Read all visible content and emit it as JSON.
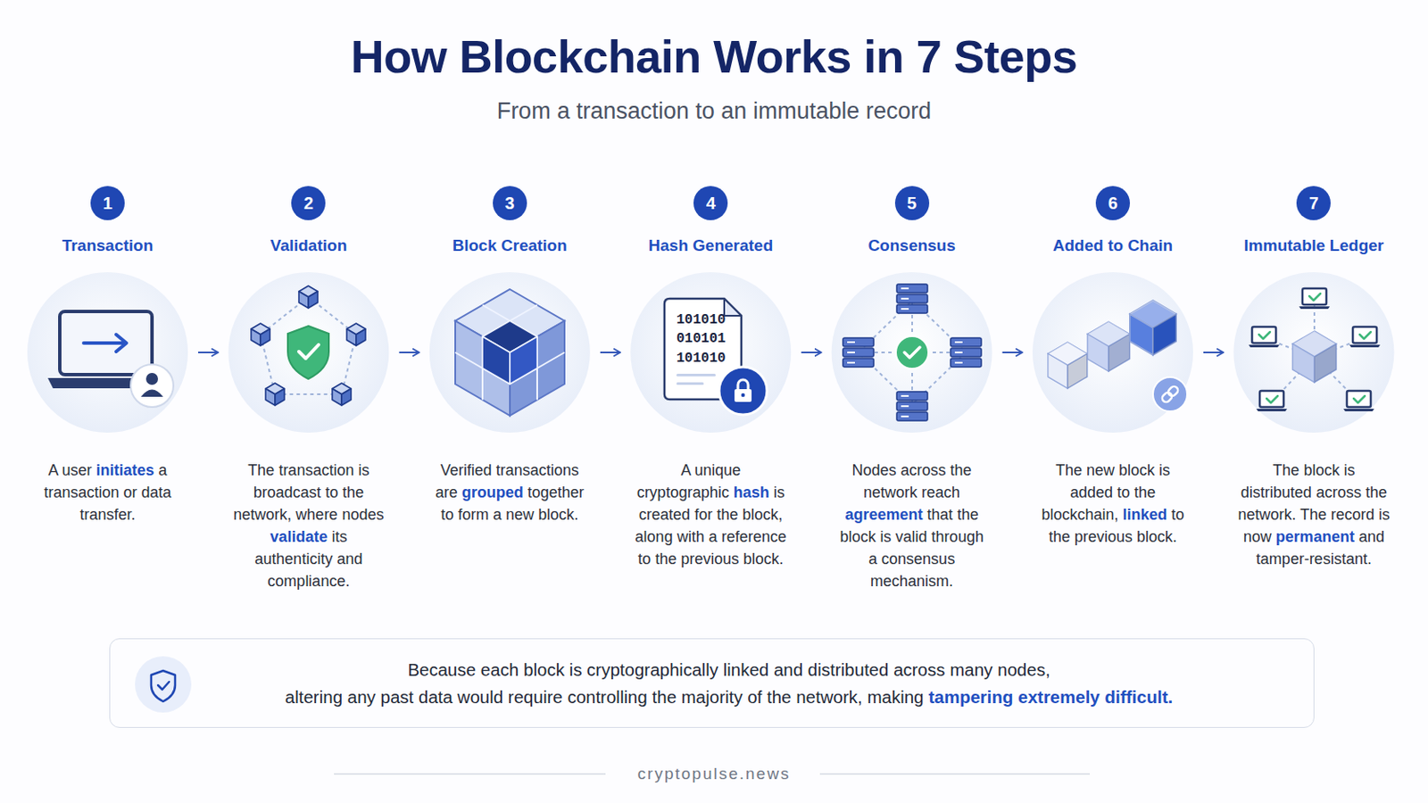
{
  "diagram": {
    "title": "How Blockchain Works in 7 Steps",
    "nodes": [
      {
        "text": [
          "Transaction",
          "A user initiates a transaction or data transfer."
        ]
      },
      {
        "text": [
          "Validation",
          "The transaction is broadcast to the network, where nodes validate its authenticity and compliance."
        ]
      },
      {
        "text": [
          "Block Creation",
          "Verified transactions are grouped together to form a new block."
        ]
      },
      {
        "text": [
          "Hash Generated",
          "A unique cryptographic hash is created for the block, along with a reference to the previous block."
        ]
      },
      {
        "text": [
          "Consensus",
          "Nodes across the network reach agreement that the block is valid through a consensus mechanism."
        ]
      },
      {
        "text": [
          "Added to Chain",
          "The new block is added to the blockchain, linked to the previous block."
        ]
      },
      {
        "text": [
          "Immutable Ledger",
          "The block is distributed across the network. The record is now permanent and tamper-resistant."
        ]
      },
      {
        "text": [
          "Because each block is cryptographically linked and distributed across many nodes, altering any past data would require controlling the majority of the network, making tampering extremely difficult."
        ]
      }
    ],
    "edges": [
      {
        "from": 0,
        "to": 1,
        "arrow": "to"
      },
      {
        "from": 1,
        "to": 2,
        "arrow": "to"
      },
      {
        "from": 2,
        "to": 3,
        "arrow": "to"
      },
      {
        "from": 3,
        "to": 4,
        "arrow": "to"
      },
      {
        "from": 4,
        "to": 5,
        "arrow": "to"
      },
      {
        "from": 5,
        "to": 6,
        "arrow": "to"
      }
    ],
    "labels": [
      "From a transaction to an immutable record",
      "1",
      "2",
      "3",
      "4",
      "5",
      "6",
      "7",
      "101010",
      "010101",
      "101010",
      "cryptopulse.news"
    ]
  }
}
